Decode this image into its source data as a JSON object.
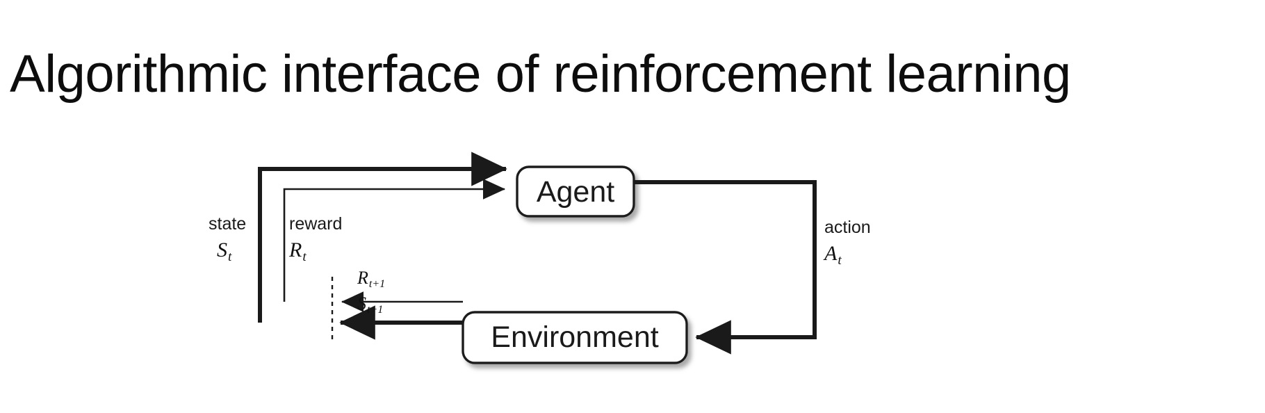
{
  "slide": {
    "title": "Algorithmic interface of reinforcement learning",
    "background_color": "#ffffff",
    "text_color": "#0d0d0d"
  },
  "diagram": {
    "name": "agent-environment-interaction-loop",
    "type": "block-diagram",
    "stroke_color": "#1a1a1a",
    "box_fill_color": "#ffffff",
    "shadow_color": "#b3b3b3",
    "nodes": [
      {
        "id": "agent",
        "label": "Agent"
      },
      {
        "id": "environment",
        "label": "Environment"
      }
    ],
    "edges": [
      {
        "id": "state-to-agent",
        "from": "environment",
        "to": "agent",
        "label": "state",
        "symbol": "S",
        "subscript": "t",
        "weight": "bold"
      },
      {
        "id": "reward-to-agent",
        "from": "environment",
        "to": "agent",
        "label": "reward",
        "symbol": "R",
        "subscript": "t",
        "weight": "thin"
      },
      {
        "id": "action-to-environment",
        "from": "agent",
        "to": "environment",
        "label": "action",
        "symbol": "A",
        "subscript": "t",
        "weight": "bold"
      },
      {
        "id": "reward-next",
        "from": "environment",
        "to": "time-boundary",
        "label": "",
        "symbol": "R",
        "subscript": "t+1",
        "weight": "thin"
      },
      {
        "id": "state-next",
        "from": "environment",
        "to": "time-boundary",
        "label": "",
        "symbol": "S",
        "subscript": "t+1",
        "weight": "bold"
      }
    ],
    "time_boundary": {
      "id": "time-step-divider",
      "style": "dashed-vertical-line"
    }
  }
}
